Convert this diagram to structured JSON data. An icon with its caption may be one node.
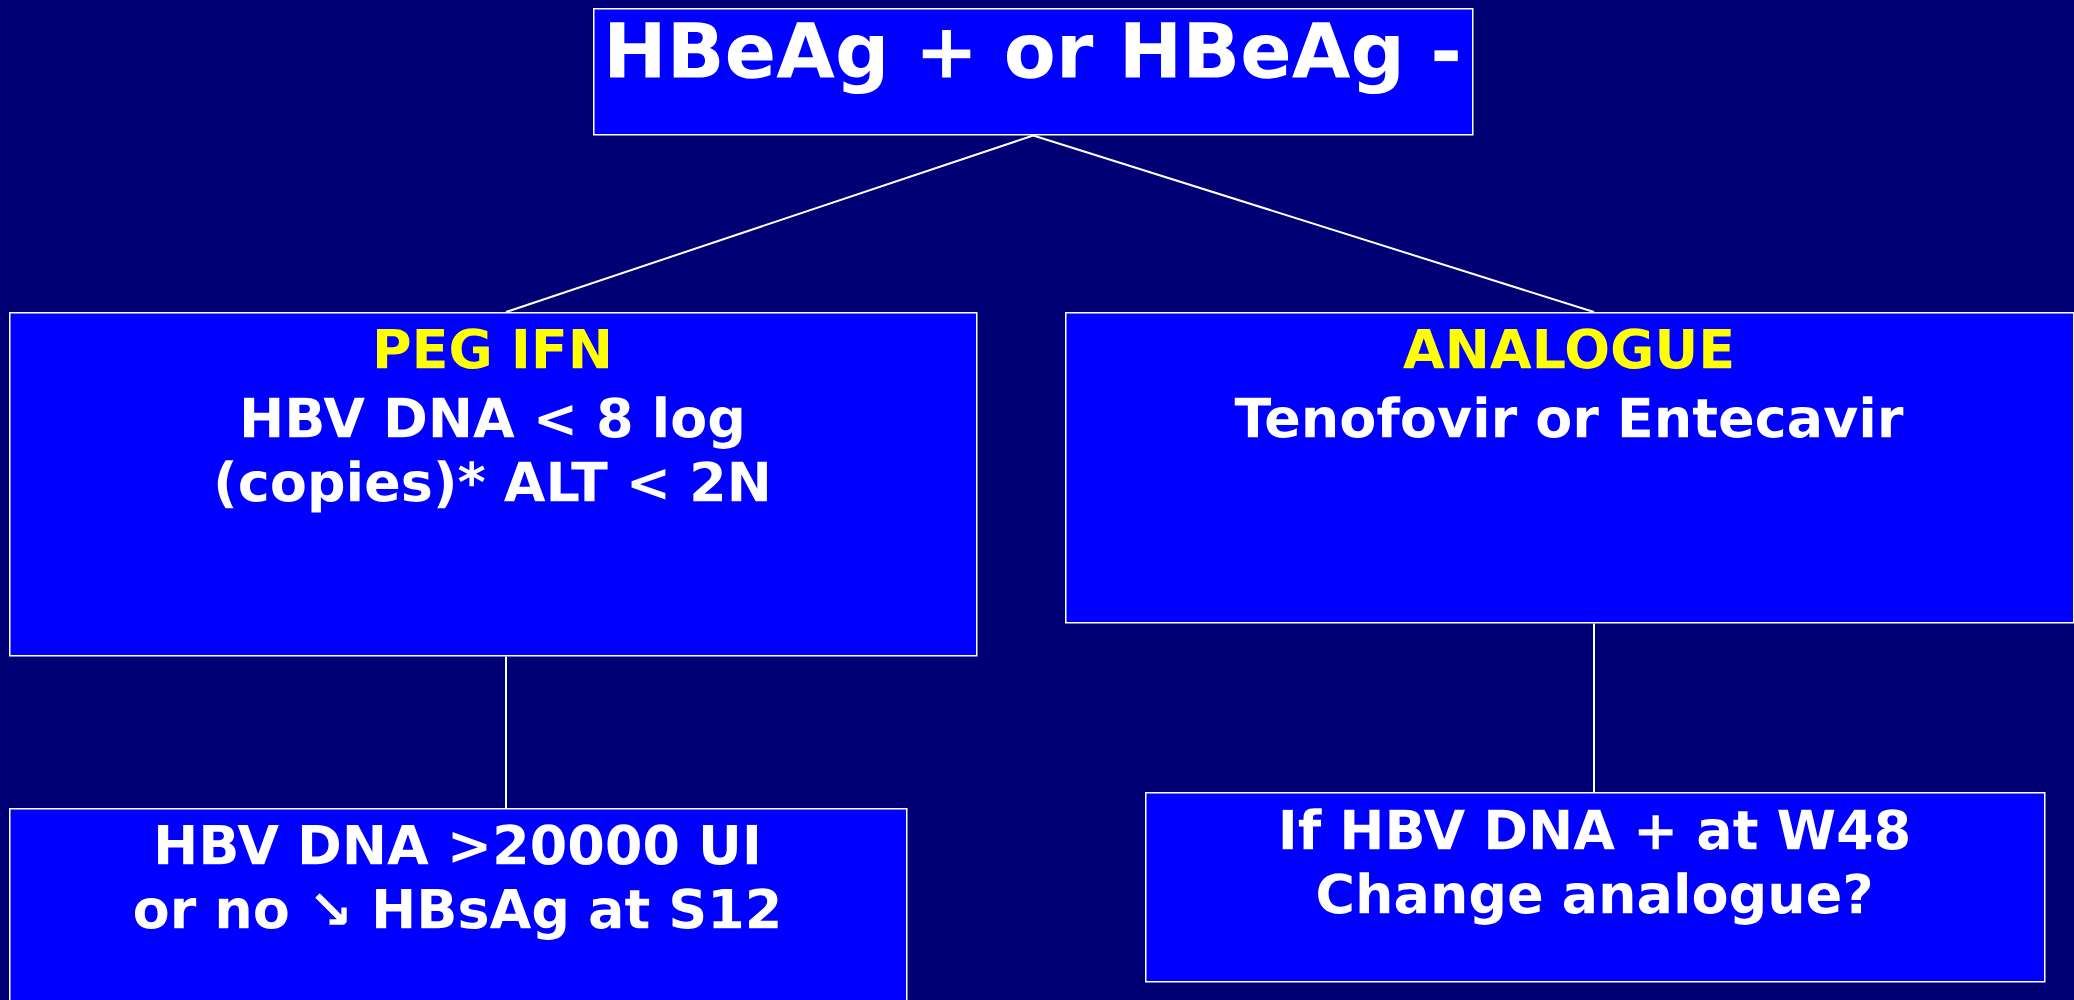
{
  "diagram": {
    "nodes": [
      {
        "text": [
          "HBeAg + or HBeAg -"
        ]
      },
      {
        "text": [
          "PEG IFN",
          "HBV DNA < 8 log (copies)* ALT < 2N"
        ]
      },
      {
        "text": [
          "ANALOGUE",
          "Tenofovir or Entecavir"
        ]
      },
      {
        "text": [
          "HBV DNA >20000 UI or no ↘ HBsAg at S12"
        ]
      },
      {
        "text": [
          "If HBV DNA + at W48 Change analogue?"
        ]
      }
    ],
    "edges": [
      {
        "from": 0,
        "to": 1,
        "arrow": "none"
      },
      {
        "from": 0,
        "to": 2,
        "arrow": "none"
      },
      {
        "from": 1,
        "to": 3,
        "arrow": "none"
      },
      {
        "from": 2,
        "to": 4,
        "arrow": "none"
      }
    ]
  }
}
